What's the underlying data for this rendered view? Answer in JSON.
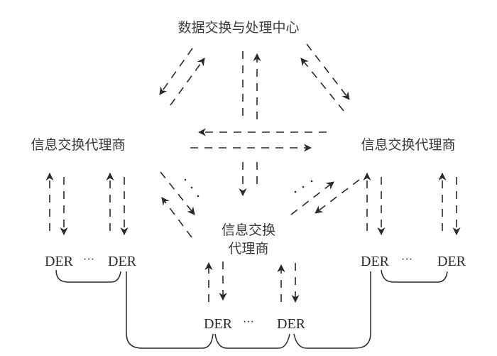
{
  "diagram": {
    "center_node": {
      "label": "数据交换与处理中心"
    },
    "left_agent": {
      "label": "信息交换代理商"
    },
    "right_agent": {
      "label": "信息交换代理商"
    },
    "middle_agent": {
      "label_line1": "信息交换",
      "label_line2": "代理商"
    },
    "der_label": "DER",
    "ellipsis": "···",
    "left_group": {
      "ders": [
        "DER",
        "DER"
      ],
      "ellipsis": "···"
    },
    "middle_group": {
      "ders": [
        "DER",
        "DER"
      ],
      "ellipsis": "···"
    },
    "right_group": {
      "ders": [
        "DER",
        "DER"
      ],
      "ellipsis": "···"
    }
  }
}
